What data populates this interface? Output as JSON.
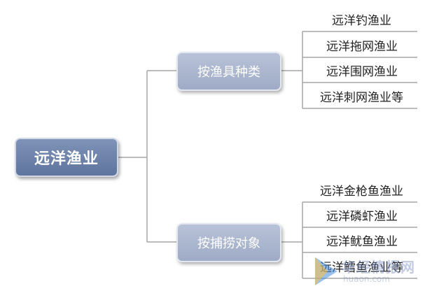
{
  "root": {
    "label": "远洋渔业"
  },
  "branches": [
    {
      "label": "按渔具种类",
      "leaves": [
        "远洋钓渔业",
        "远洋拖网渔业",
        "远洋围网渔业",
        "远洋刺网渔业等"
      ]
    },
    {
      "label": "按捕捞对象",
      "leaves": [
        "远洋金枪鱼渔业",
        "远洋磷虾渔业",
        "远洋鱿鱼渔业",
        "远洋鳕鱼渔业等"
      ]
    }
  ],
  "watermark": {
    "text": "华经情报网",
    "url": "huaon.com"
  },
  "colors": {
    "root_fill": "#6b7fa8",
    "branch_fill": "#aab4cc",
    "connector": "#a6a6a6",
    "leaf_text": "#222222"
  }
}
